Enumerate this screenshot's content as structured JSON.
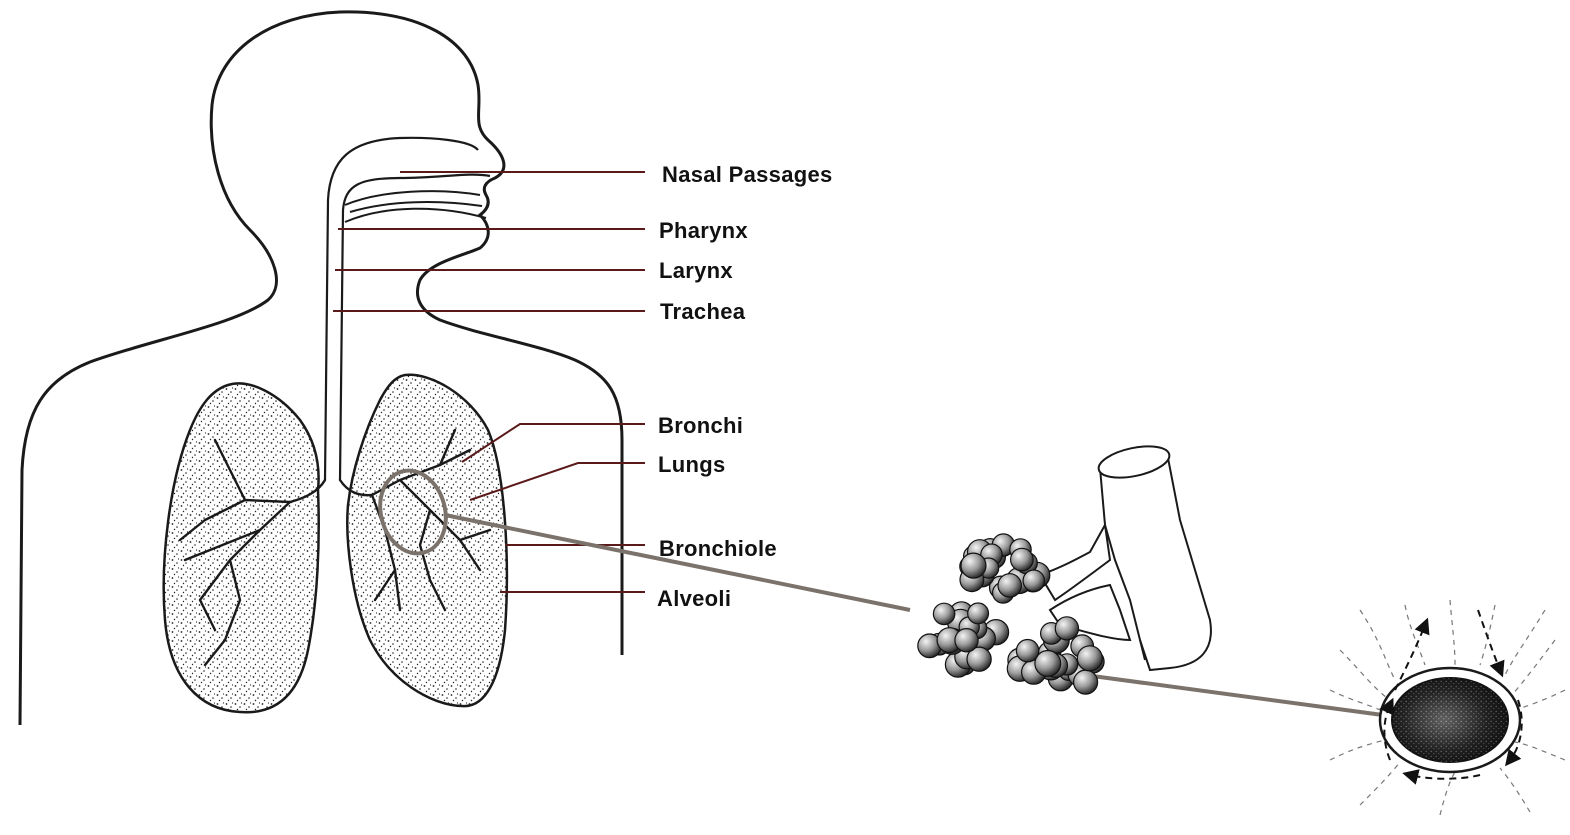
{
  "diagram": {
    "labels": {
      "nasal_passages": "Nasal Passages",
      "pharynx": "Pharynx",
      "larynx": "Larynx",
      "trachea": "Trachea",
      "bronchi": "Bronchi",
      "lungs": "Lungs",
      "bronchiole": "Bronchiole",
      "alveoli": "Alveoli"
    },
    "colors": {
      "outline": "#1a1a1a",
      "leader_line": "#5a1a1a",
      "zoom_connector": "#7b736b",
      "lung_stipple": "#2a2a2a"
    }
  }
}
